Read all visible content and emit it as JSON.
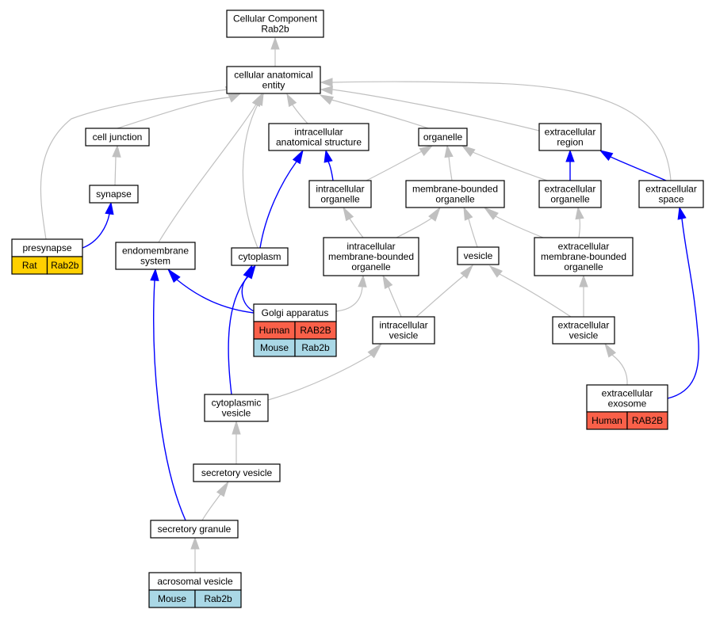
{
  "colors": {
    "human": "#fa6049",
    "mouse": "#aad8e6",
    "rat": "#ffd000",
    "edge_gray": "#c0c0c0",
    "edge_blue": "#0000ff"
  },
  "nodes": {
    "root": {
      "lines": [
        "Cellular Component",
        "Rab2b"
      ]
    },
    "cae": {
      "lines": [
        "cellular anatomical",
        "entity"
      ]
    },
    "cell_junction": {
      "lines": [
        "cell junction"
      ]
    },
    "ias": {
      "lines": [
        "intracellular",
        "anatomical structure"
      ]
    },
    "organelle": {
      "lines": [
        "organelle"
      ]
    },
    "ext_region": {
      "lines": [
        "extracellular",
        "region"
      ]
    },
    "synapse": {
      "lines": [
        "synapse"
      ]
    },
    "intra_org": {
      "lines": [
        "intracellular",
        "organelle"
      ]
    },
    "mbo": {
      "lines": [
        "membrane-bounded",
        "organelle"
      ]
    },
    "ext_org": {
      "lines": [
        "extracellular",
        "organelle"
      ]
    },
    "ext_space": {
      "lines": [
        "extracellular",
        "space"
      ]
    },
    "presynapse": {
      "lines": [
        "presynapse"
      ],
      "species": [
        {
          "org": "Rat",
          "gene": "Rab2b"
        }
      ]
    },
    "endomembrane": {
      "lines": [
        "endomembrane",
        "system"
      ]
    },
    "cytoplasm": {
      "lines": [
        "cytoplasm"
      ]
    },
    "imbo": {
      "lines": [
        "intracellular",
        "membrane-bounded",
        "organelle"
      ]
    },
    "vesicle": {
      "lines": [
        "vesicle"
      ]
    },
    "embo": {
      "lines": [
        "extracellular",
        "membrane-bounded",
        "organelle"
      ]
    },
    "golgi": {
      "lines": [
        "Golgi apparatus"
      ],
      "species": [
        {
          "org": "Human",
          "gene": "RAB2B"
        },
        {
          "org": "Mouse",
          "gene": "Rab2b"
        }
      ]
    },
    "intra_ves": {
      "lines": [
        "intracellular",
        "vesicle"
      ]
    },
    "ext_ves": {
      "lines": [
        "extracellular",
        "vesicle"
      ]
    },
    "cyto_ves": {
      "lines": [
        "cytoplasmic",
        "vesicle"
      ]
    },
    "exosome": {
      "lines": [
        "extracellular",
        "exosome"
      ],
      "species": [
        {
          "org": "Human",
          "gene": "RAB2B"
        }
      ]
    },
    "sec_ves": {
      "lines": [
        "secretory vesicle"
      ]
    },
    "sec_gran": {
      "lines": [
        "secretory granule"
      ]
    },
    "acrosomal": {
      "lines": [
        "acrosomal vesicle"
      ],
      "species": [
        {
          "org": "Mouse",
          "gene": "Rab2b"
        }
      ]
    }
  },
  "edges": [
    {
      "from": "cae",
      "to": "root",
      "kind": "is_a"
    },
    {
      "from": "cell_junction",
      "to": "cae",
      "kind": "is_a"
    },
    {
      "from": "ias",
      "to": "cae",
      "kind": "is_a"
    },
    {
      "from": "organelle",
      "to": "cae",
      "kind": "is_a"
    },
    {
      "from": "ext_region",
      "to": "cae",
      "kind": "is_a"
    },
    {
      "from": "presynapse",
      "to": "cae",
      "kind": "is_a"
    },
    {
      "from": "endomembrane",
      "to": "cae",
      "kind": "is_a"
    },
    {
      "from": "cytoplasm",
      "to": "cae",
      "kind": "is_a"
    },
    {
      "from": "ext_space",
      "to": "cae",
      "kind": "is_a"
    },
    {
      "from": "synapse",
      "to": "cell_junction",
      "kind": "is_a"
    },
    {
      "from": "presynapse",
      "to": "synapse",
      "kind": "part_of"
    },
    {
      "from": "intra_org",
      "to": "ias",
      "kind": "part_of"
    },
    {
      "from": "cytoplasm",
      "to": "ias",
      "kind": "part_of"
    },
    {
      "from": "intra_org",
      "to": "organelle",
      "kind": "is_a"
    },
    {
      "from": "mbo",
      "to": "organelle",
      "kind": "is_a"
    },
    {
      "from": "ext_org",
      "to": "organelle",
      "kind": "is_a"
    },
    {
      "from": "ext_org",
      "to": "ext_region",
      "kind": "part_of"
    },
    {
      "from": "ext_space",
      "to": "ext_region",
      "kind": "part_of"
    },
    {
      "from": "imbo",
      "to": "intra_org",
      "kind": "is_a"
    },
    {
      "from": "imbo",
      "to": "mbo",
      "kind": "is_a"
    },
    {
      "from": "vesicle",
      "to": "mbo",
      "kind": "is_a"
    },
    {
      "from": "embo",
      "to": "mbo",
      "kind": "is_a"
    },
    {
      "from": "embo",
      "to": "ext_org",
      "kind": "is_a"
    },
    {
      "from": "golgi",
      "to": "endomembrane",
      "kind": "part_of"
    },
    {
      "from": "golgi",
      "to": "cytoplasm",
      "kind": "part_of"
    },
    {
      "from": "golgi",
      "to": "imbo",
      "kind": "is_a"
    },
    {
      "from": "intra_ves",
      "to": "imbo",
      "kind": "is_a"
    },
    {
      "from": "intra_ves",
      "to": "vesicle",
      "kind": "is_a"
    },
    {
      "from": "ext_ves",
      "to": "vesicle",
      "kind": "is_a"
    },
    {
      "from": "ext_ves",
      "to": "embo",
      "kind": "is_a"
    },
    {
      "from": "cyto_ves",
      "to": "intra_ves",
      "kind": "is_a"
    },
    {
      "from": "cyto_ves",
      "to": "cytoplasm",
      "kind": "part_of"
    },
    {
      "from": "exosome",
      "to": "ext_ves",
      "kind": "is_a"
    },
    {
      "from": "exosome",
      "to": "ext_space",
      "kind": "part_of"
    },
    {
      "from": "sec_ves",
      "to": "cyto_ves",
      "kind": "is_a"
    },
    {
      "from": "sec_gran",
      "to": "sec_ves",
      "kind": "is_a"
    },
    {
      "from": "sec_gran",
      "to": "endomembrane",
      "kind": "part_of"
    },
    {
      "from": "acrosomal",
      "to": "sec_gran",
      "kind": "is_a"
    }
  ]
}
